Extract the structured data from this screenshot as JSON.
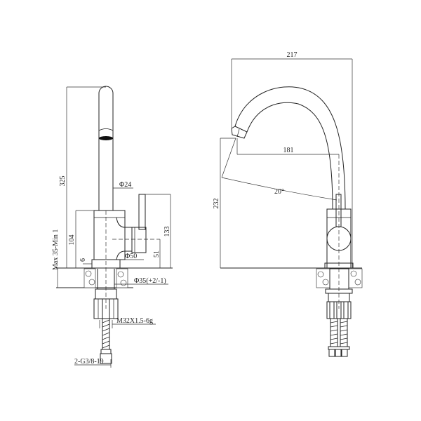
{
  "drawing": {
    "side_view": {
      "height_total": "325",
      "spout_diameter": "Φ24",
      "body_height": "104",
      "handle_height": "133",
      "handle_axis_height": "51",
      "body_diameter": "Φ50",
      "base_offset": "6",
      "counter_thickness": "Max 35-Min 1",
      "hole_diameter": "Φ35(+2/-1)",
      "thread": "M32X1.5-6g",
      "hose_connection": "2-G3/8-19"
    },
    "front_view": {
      "width_total": "217",
      "spout_reach": "181",
      "spout_height": "232",
      "swivel_angle": "20°"
    }
  }
}
